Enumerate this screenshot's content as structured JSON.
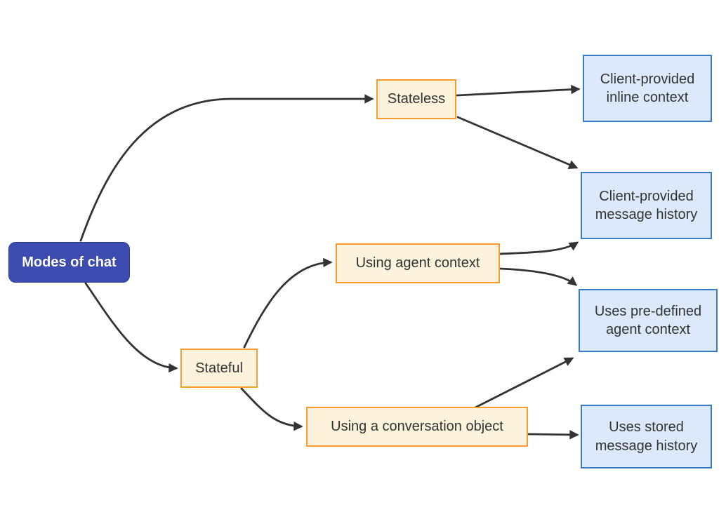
{
  "diagram": {
    "type": "flowchart",
    "direction": "left-to-right",
    "nodes": {
      "root": {
        "label": "Modes of chat",
        "kind": "root"
      },
      "stateless": {
        "label": "Stateless",
        "kind": "branch"
      },
      "stateful": {
        "label": "Stateful",
        "kind": "branch"
      },
      "agent_context": {
        "label": "Using agent context",
        "kind": "branch"
      },
      "conversation": {
        "label": "Using a conversation object",
        "kind": "branch"
      },
      "inline_context": {
        "label": "Client-provided inline context",
        "kind": "leaf"
      },
      "message_history": {
        "label": "Client-provided message history",
        "kind": "leaf"
      },
      "predefined_context": {
        "label": "Uses pre-defined agent context",
        "kind": "leaf"
      },
      "stored_history": {
        "label": "Uses stored message history",
        "kind": "leaf"
      }
    },
    "edges": [
      {
        "from": "root",
        "to": "stateless"
      },
      {
        "from": "root",
        "to": "stateful"
      },
      {
        "from": "stateless",
        "to": "inline_context"
      },
      {
        "from": "stateless",
        "to": "message_history"
      },
      {
        "from": "stateful",
        "to": "agent_context"
      },
      {
        "from": "stateful",
        "to": "conversation"
      },
      {
        "from": "agent_context",
        "to": "message_history"
      },
      {
        "from": "agent_context",
        "to": "predefined_context"
      },
      {
        "from": "conversation",
        "to": "predefined_context"
      },
      {
        "from": "conversation",
        "to": "stored_history"
      }
    ],
    "colors": {
      "root_fill": "#3d4cb1",
      "root_border": "#2e3a92",
      "root_text": "#ffffff",
      "branch_fill": "#fdf3dc",
      "branch_border": "#f89c2e",
      "leaf_fill": "#dbe9fa",
      "leaf_border": "#3a7bc8",
      "node_text": "#333333",
      "edge_stroke": "#333333",
      "background": "#ffffff"
    }
  }
}
